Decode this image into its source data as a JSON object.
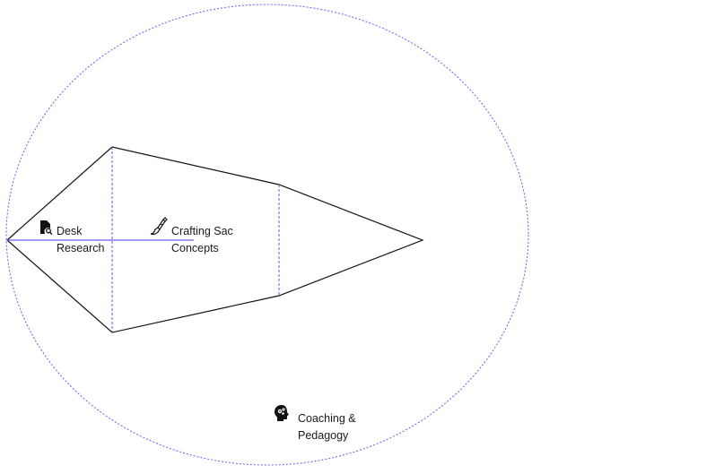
{
  "colors": {
    "outline": "#111111",
    "accent": "#6a5cf0",
    "text": "#1a1a1a"
  },
  "nodes": [
    {
      "id": "desk",
      "icon": "document-search-icon",
      "line1": "Desk",
      "line2": "Research"
    },
    {
      "id": "crafting",
      "icon": "brush-pen-icon",
      "line1": "Crafting Sac",
      "line2": "Concepts"
    },
    {
      "id": "coaching",
      "icon": "head-gears-icon",
      "line1": "Coaching &",
      "line2": "Pedagogy"
    }
  ]
}
